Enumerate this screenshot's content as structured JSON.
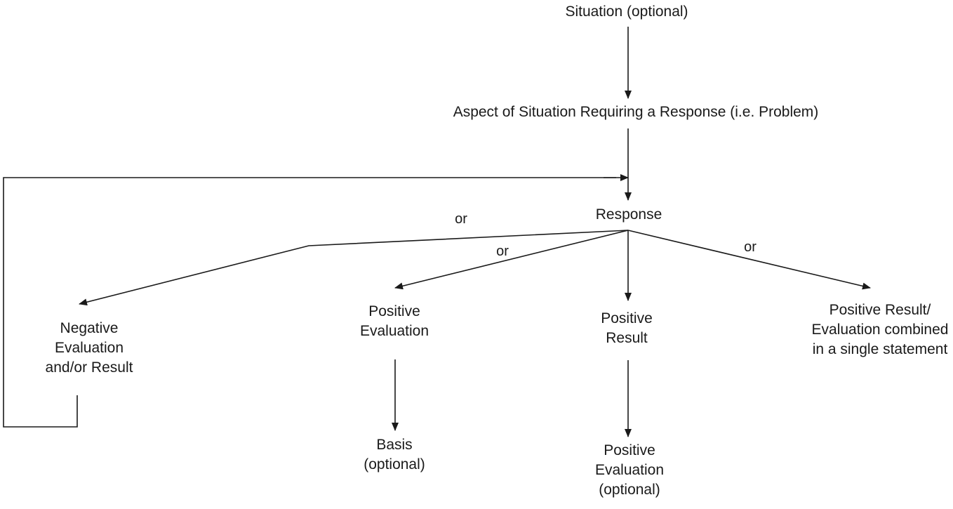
{
  "nodes": {
    "situation": "Situation (optional)",
    "aspect": "Aspect of Situation Requiring a Response (i.e. Problem)",
    "response": "Response",
    "negative": [
      "Negative",
      "Evaluation",
      "and/or Result"
    ],
    "positive_eval": [
      "Positive",
      "Evaluation"
    ],
    "positive_result": [
      "Positive",
      "Result"
    ],
    "combined": [
      "Positive Result/",
      "Evaluation combined",
      "in a single statement"
    ],
    "basis": [
      "Basis",
      "(optional)"
    ],
    "positive_eval_optional": [
      "Positive",
      "Evaluation",
      "(optional)"
    ]
  },
  "connectors": {
    "or_negative": "or",
    "or_positive_eval": "or",
    "or_combined": "or"
  }
}
